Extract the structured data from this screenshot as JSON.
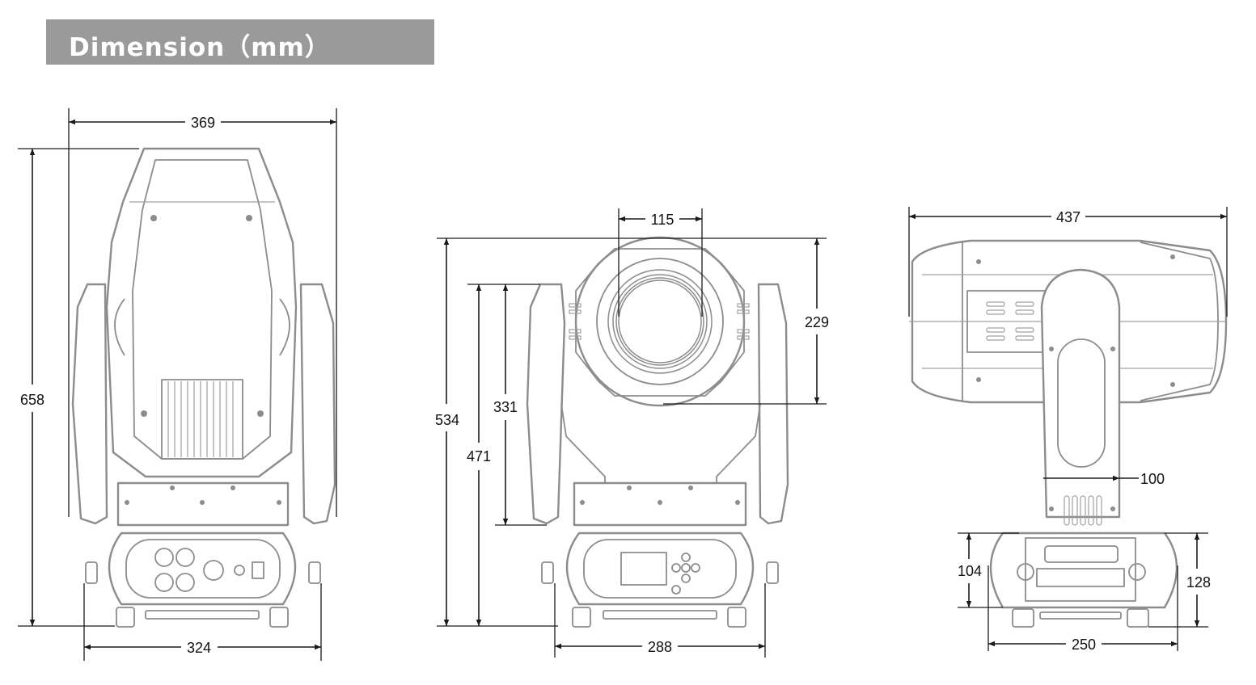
{
  "title": "Dimension（mm）",
  "views": {
    "side": {
      "width_top": "369",
      "height": "658",
      "width_base": "324"
    },
    "front": {
      "lens": "115",
      "head_height": "229",
      "overall_height": "534",
      "arm_height": "471",
      "arm_inner": "331",
      "width": "288"
    },
    "rear": {
      "length": "437",
      "arm_width": "100",
      "base_height_left": "104",
      "base_height_right": "128",
      "base_width": "250"
    }
  },
  "colors": {
    "title_bar": "#9a9a9a",
    "title_text": "#ffffff",
    "outline": "#8c8c8c",
    "dimension": "#1a1a1a"
  }
}
